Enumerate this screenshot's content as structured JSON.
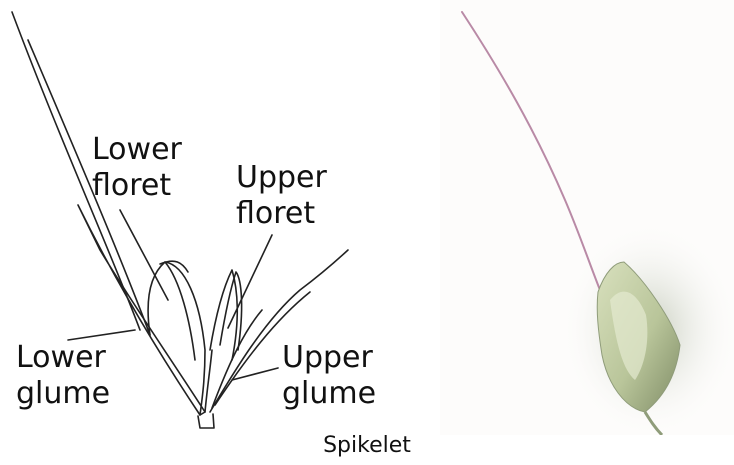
{
  "labels": {
    "lower_floret": [
      "Lower",
      "floret"
    ],
    "upper_floret": [
      "Upper",
      "floret"
    ],
    "lower_glume": [
      "Lower",
      "glume"
    ],
    "upper_glume": [
      "Upper",
      "glume"
    ]
  },
  "caption": "Spikelet",
  "colors": {
    "ink": "#222222",
    "background": "#ffffff",
    "awn_pink": "#b98aa6",
    "spikelet_green": "#c7d2a8",
    "spikelet_shadow": "#8f9c7a"
  }
}
